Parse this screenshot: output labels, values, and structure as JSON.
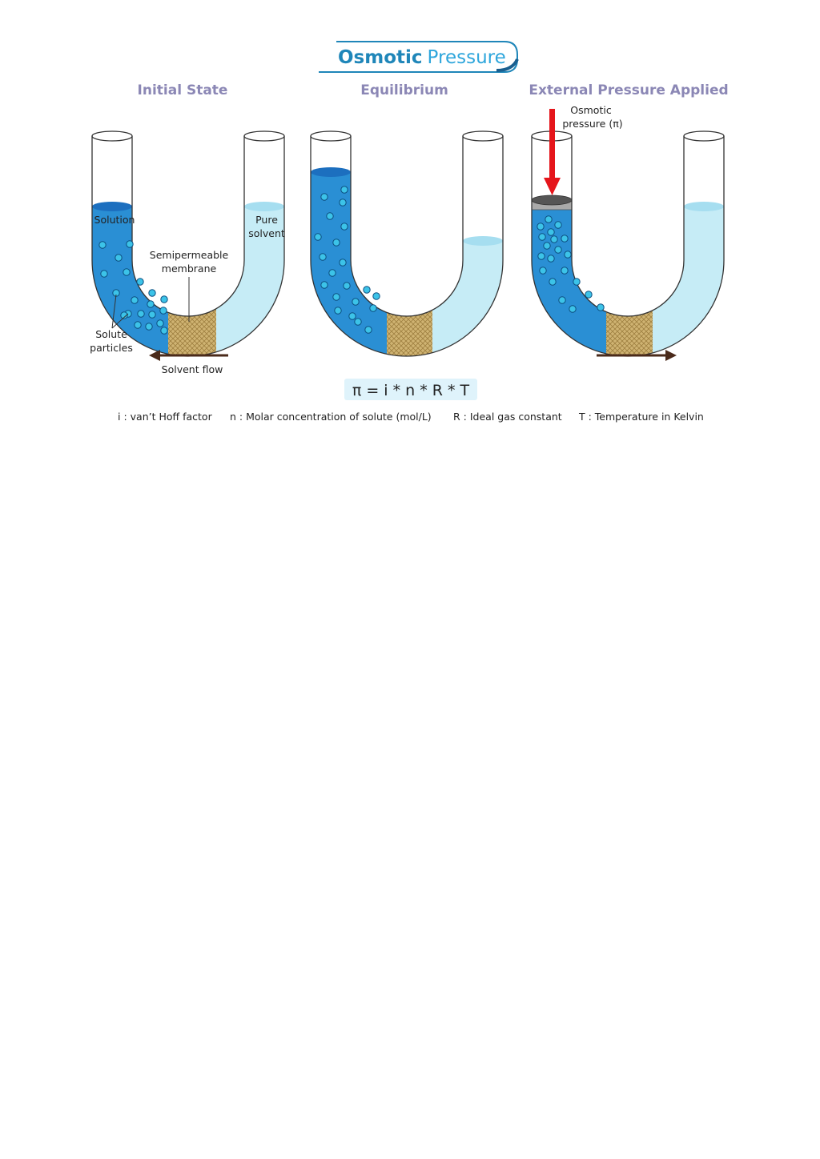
{
  "title": {
    "bold": "Osmotic",
    "light": "Pressure"
  },
  "stages": [
    {
      "title": "Initial State"
    },
    {
      "title": "Equilibrium"
    },
    {
      "title": "External Pressure Applied"
    }
  ],
  "labels": {
    "solution": "Solution",
    "pure_solvent_1": "Pure",
    "pure_solvent_2": "solvent",
    "membrane_1": "Semipermeable",
    "membrane_2": "membrane",
    "solute_1": "Solute",
    "solute_2": "particles",
    "solvent_flow": "Solvent flow",
    "osmotic_1": "Osmotic",
    "osmotic_2": "pressure (π)"
  },
  "formula": "π = i * n * R * T",
  "legend": [
    "i : van’t Hoff factor",
    "n : Molar concentration of solute (mol/L)",
    "R : Ideal gas constant",
    "T : Temperature in Kelvin"
  ],
  "colors": {
    "solution": "#2a8fd4",
    "solution_top": "#1c6fbf",
    "pure_solvent": "#c6ecf6",
    "membrane": "#c9ac6c",
    "title_purple": "#8b87b5",
    "arrow_red": "#e5151b",
    "arrow_brown": "#4a2a1a",
    "particle": "#3cc3e8"
  },
  "icons": [
    "red-down-arrow-icon",
    "piston-icon",
    "left-arrow-icon",
    "right-arrow-icon"
  ]
}
